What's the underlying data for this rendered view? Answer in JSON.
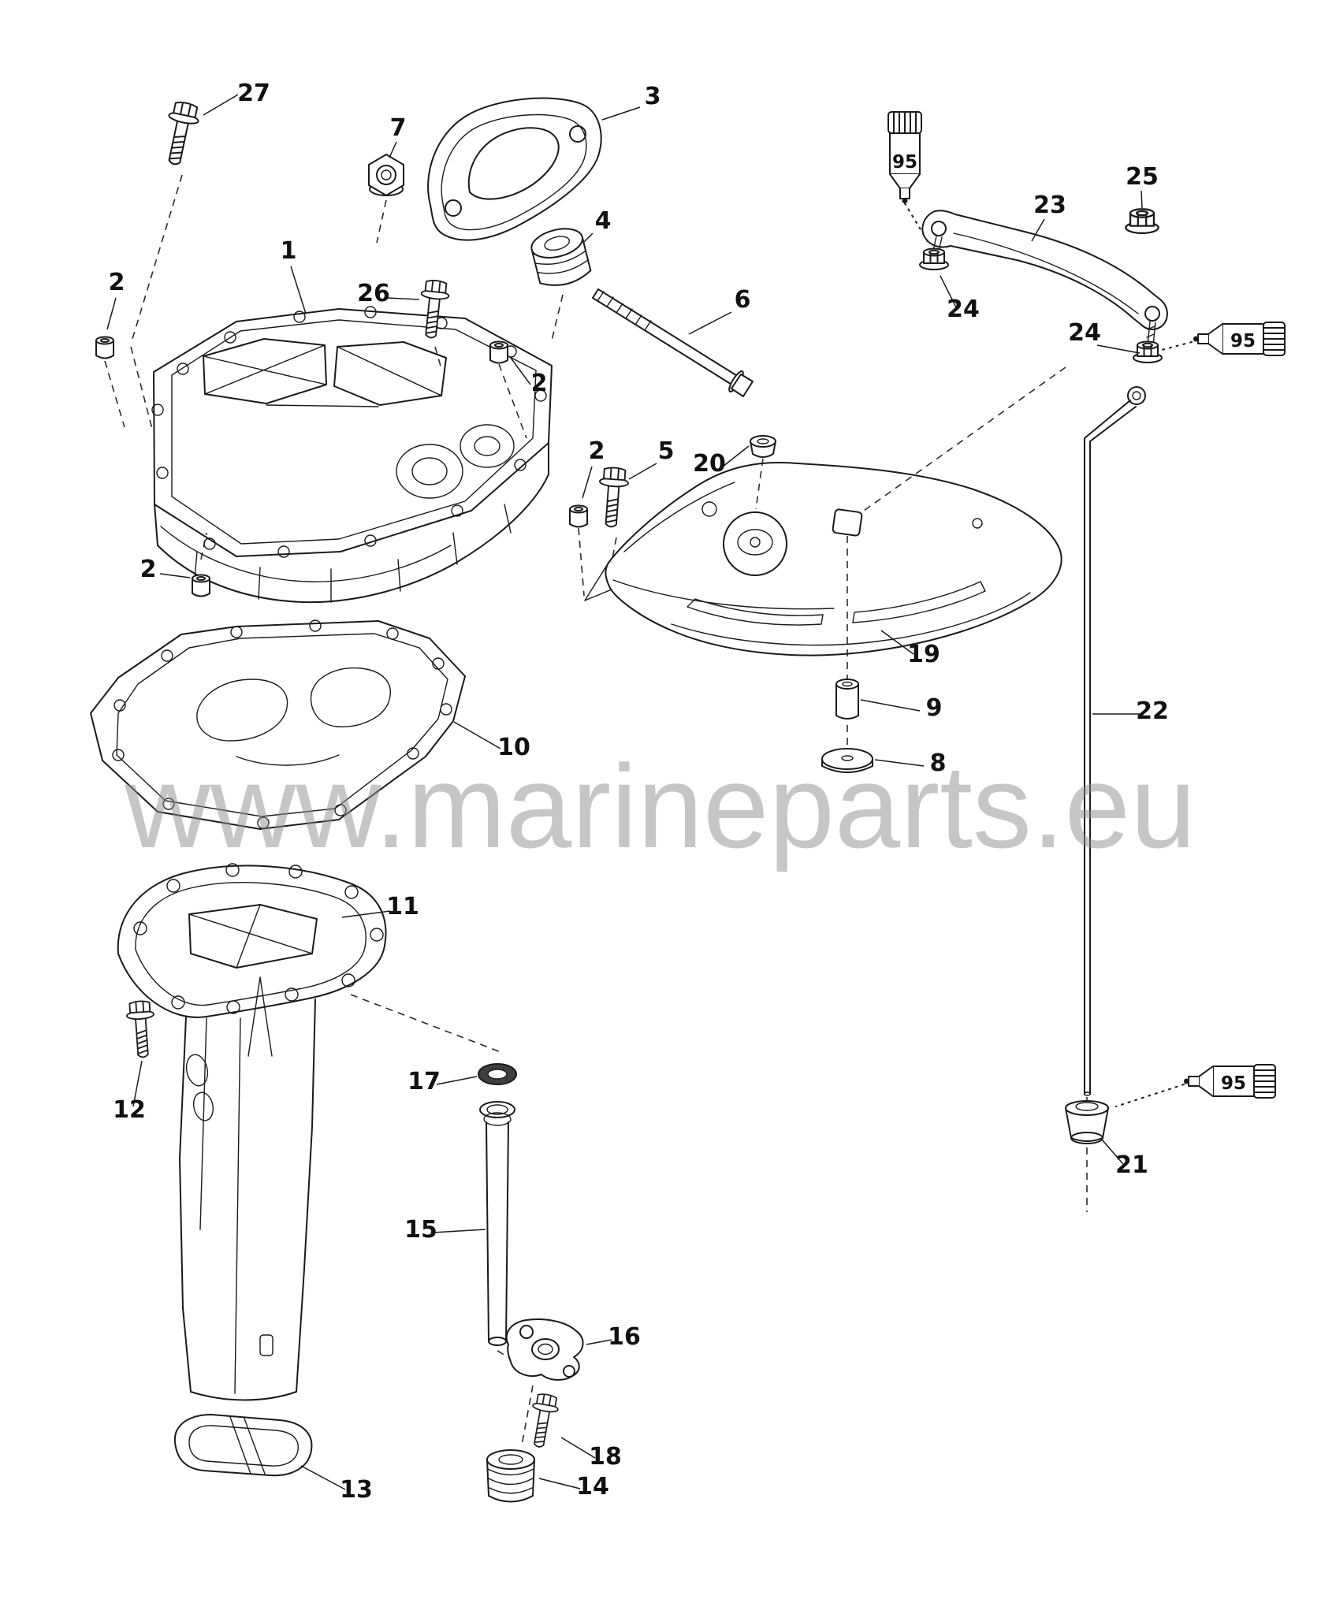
{
  "page": {
    "background": "#ffffff",
    "line_color": "#1a1a1a",
    "watermark_color": "#8f8f8f"
  },
  "watermark": {
    "text": "www.marineparts.eu"
  },
  "callouts": {
    "c1": "1",
    "c2a": "2",
    "c2b": "2",
    "c2c": "2",
    "c2d": "2",
    "c3": "3",
    "c4": "4",
    "c5": "5",
    "c6": "6",
    "c7": "7",
    "c8": "8",
    "c9": "9",
    "c10": "10",
    "c11": "11",
    "c12": "12",
    "c13": "13",
    "c14": "14",
    "c15": "15",
    "c16": "16",
    "c17": "17",
    "c18": "18",
    "c19": "19",
    "c20": "20",
    "c21": "21",
    "c22": "22",
    "c23": "23",
    "c24a": "24",
    "c24b": "24",
    "c25": "25",
    "c26": "26",
    "c27": "27"
  },
  "sealant": {
    "label_a": "95",
    "label_b": "95",
    "label_c": "95"
  }
}
